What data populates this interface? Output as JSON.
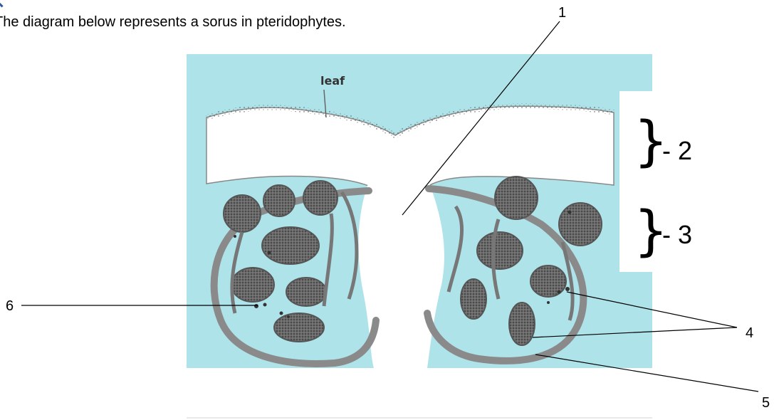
{
  "caption": "The diagram below represents a sorus in pteridophytes.",
  "diagram": {
    "leaf_label": "leaf",
    "labels": [
      "1",
      "- 2",
      "- 3",
      "4",
      "5",
      "6"
    ]
  },
  "colors": {
    "panel_bg": "#aee3ea",
    "leaf_fill": "#ffffff",
    "sporangium_fill": "#555555"
  }
}
